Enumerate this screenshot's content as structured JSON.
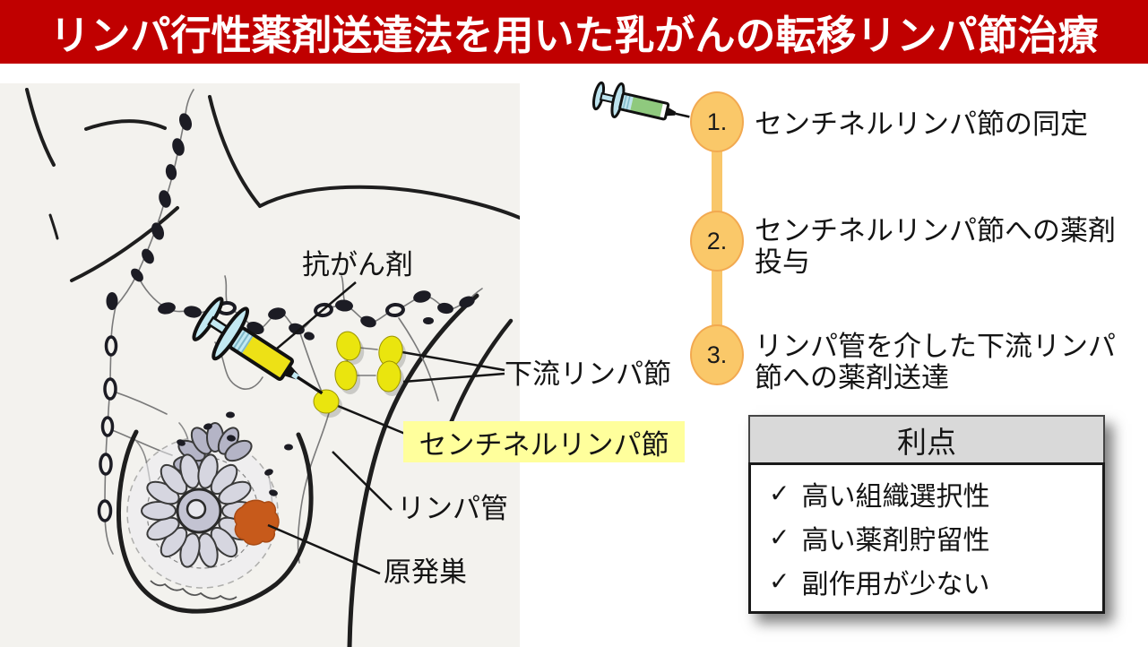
{
  "banner": {
    "title": "リンパ行性薬剤送達法を用いた乳がんの転移リンパ節治療",
    "bg_color": "#C00000",
    "text_color": "#FFFFFF"
  },
  "illustration": {
    "labels": {
      "anticancer_drug": "抗がん剤",
      "downstream_nodes": "下流リンパ節",
      "sentinel_node": "センチネルリンパ節",
      "lymph_vessel": "リンパ管",
      "primary_tumor": "原発巣"
    },
    "sentinel_highlight_bg": "#FFFF9C",
    "drug_node_color": "#EAE50E",
    "tumor_color": "#C75A1B"
  },
  "flowchart": {
    "circle_fill": "#FAC869",
    "circle_border": "#F2A950",
    "steps": [
      {
        "number": "1.",
        "text": "センチネルリンパ節の同定"
      },
      {
        "number": "2.",
        "text": "センチネルリンパ節への薬剤投与"
      },
      {
        "number": "3.",
        "text": "リンパ管を介した下流リンパ節への薬剤送達"
      }
    ]
  },
  "advantages": {
    "title": "利点",
    "check": "✓",
    "header_bg": "#D9D9D9",
    "items": [
      "高い組織選択性",
      "高い薬剤貯留性",
      "副作用が少ない"
    ]
  }
}
